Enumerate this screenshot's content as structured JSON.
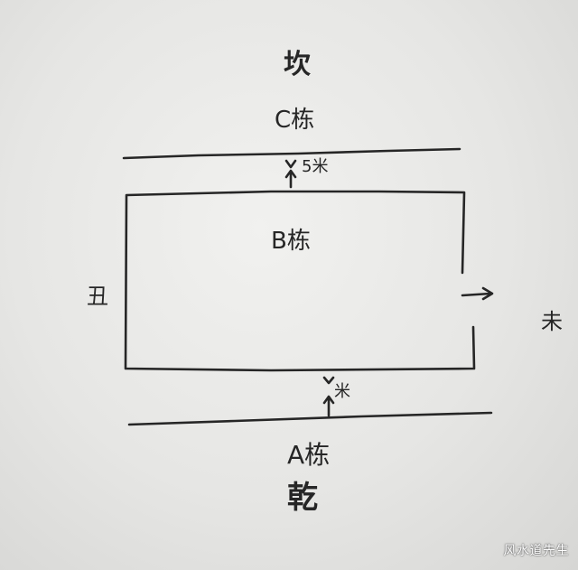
{
  "directions": {
    "north": "坎",
    "south": "乾",
    "west": "丑",
    "east": "未"
  },
  "buildings": {
    "c": "C栋",
    "b": "B栋",
    "a": "A栋"
  },
  "distances": {
    "top_gap": "5米",
    "bottom_gap": "米"
  },
  "watermark": "风水道先生",
  "colors": {
    "ink": "#262626",
    "paper": "#eaeae8"
  }
}
